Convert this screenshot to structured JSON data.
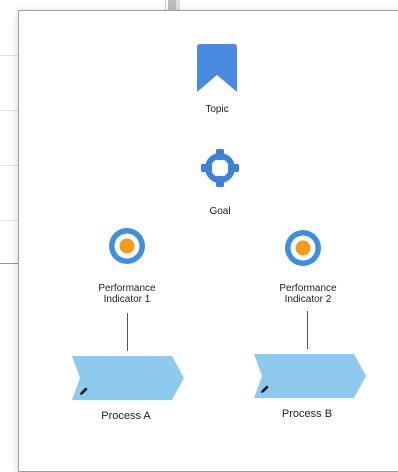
{
  "diagram": {
    "topic": {
      "label": "Topic",
      "icon": "bookmark-icon",
      "color": "#4a8ae0"
    },
    "goal": {
      "label": "Goal",
      "icon": "crosshair-icon",
      "color": "#3d82d8"
    },
    "indicators": [
      {
        "label": "Performance Indicator 1",
        "icon": "target-icon"
      },
      {
        "label": "Performance Indicator 2",
        "icon": "target-icon"
      }
    ],
    "processes": [
      {
        "label": "Process A",
        "icon": "pencil-icon"
      },
      {
        "label": "Process B",
        "icon": "pencil-icon"
      }
    ],
    "colors": {
      "process_fill": "#8ec9ee",
      "indicator_ring": "#3d8fe0",
      "indicator_center": "#f59b1a"
    }
  }
}
